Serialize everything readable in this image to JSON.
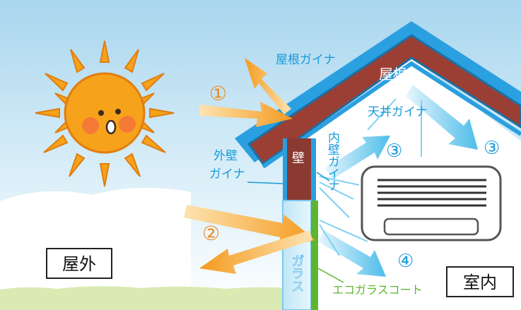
{
  "labels": {
    "roof_gaina": "屋根ガイナ",
    "roof": "屋根",
    "ceiling_gaina": "天井ガイナ",
    "wall": "壁",
    "inner_wall_gaina": "内壁ガイナ",
    "outer_wall_gaina_1": "外壁",
    "outer_wall_gaina_2": "ガイナ",
    "glass": "ガラス",
    "eco_glass_coat": "エコガラスコート",
    "outdoor": "屋外",
    "indoor": "室内"
  },
  "markers": {
    "m1": "①",
    "m2": "②",
    "m3a": "③",
    "m3b": "③",
    "m4": "④"
  },
  "colors": {
    "sky_top": "#b8ddef",
    "sky_bottom": "#ffffff",
    "roof_blue": "#2aa0e0",
    "roof_brown": "#9b3f34",
    "wall_brown": "#8a3a30",
    "sun": "#f7a21b",
    "arrow_orange": "#f59a1f",
    "arrow_blue": "#58c3ee",
    "label_blue": "#1a9ad8",
    "eco_green": "#5cb531",
    "marker_orange": "#f08a1e",
    "grass": "#d8eab0"
  }
}
